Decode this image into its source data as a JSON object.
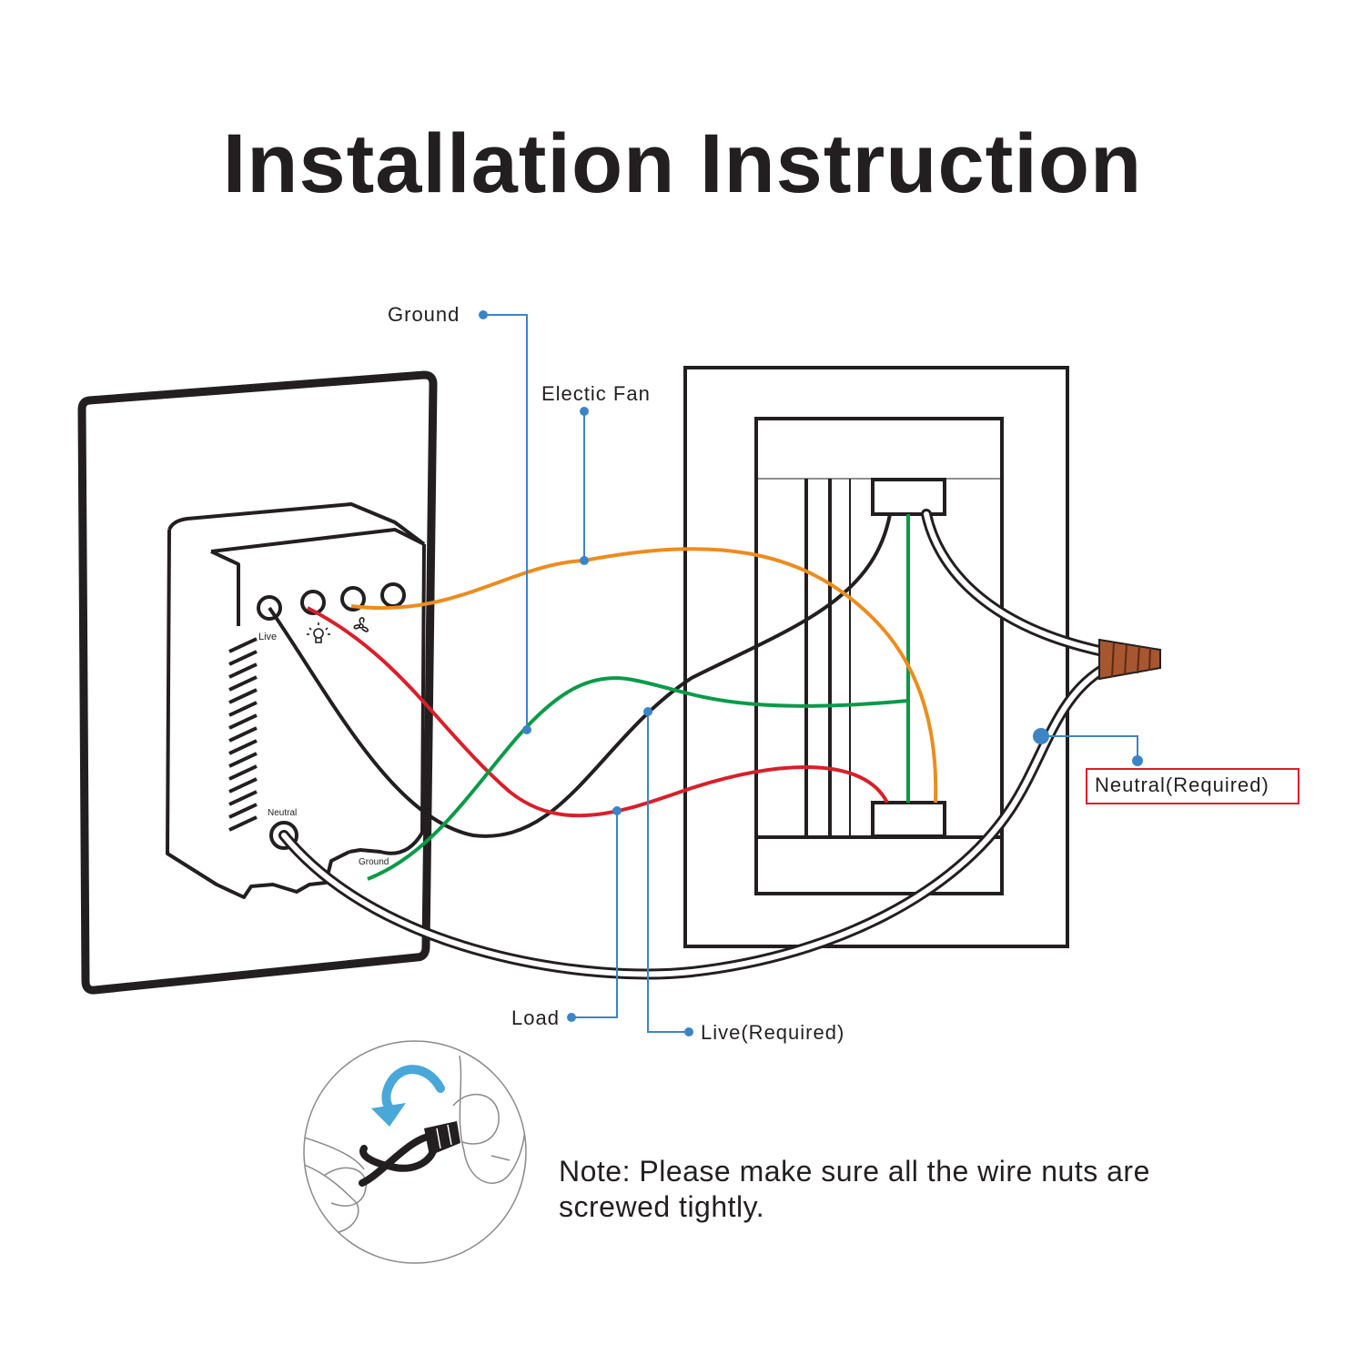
{
  "title": "Installation Instruction",
  "labels": {
    "ground": "Ground",
    "electric_fan": "Electic Fan",
    "neutral_required": "Neutral(Required)",
    "load": "Load",
    "live_required": "Live(Required)"
  },
  "switch_terminals": {
    "live": "Live",
    "neutral": "Neutral",
    "ground": "Ground"
  },
  "note": "Note: Please make sure all the wire nuts are screwed tightly.",
  "colors": {
    "ground_wire": "#0a9a48",
    "fan_wire": "#ec8c1f",
    "load_wire": "#d7202a",
    "live_wire": "#231f20",
    "callout": "#3d84c6",
    "neutral_box": "#d7202a",
    "wire_nut": "#a8562f"
  },
  "icons": [
    "bulb-icon",
    "fan-icon",
    "rotate-arrow-icon",
    "wire-nut-icon"
  ]
}
